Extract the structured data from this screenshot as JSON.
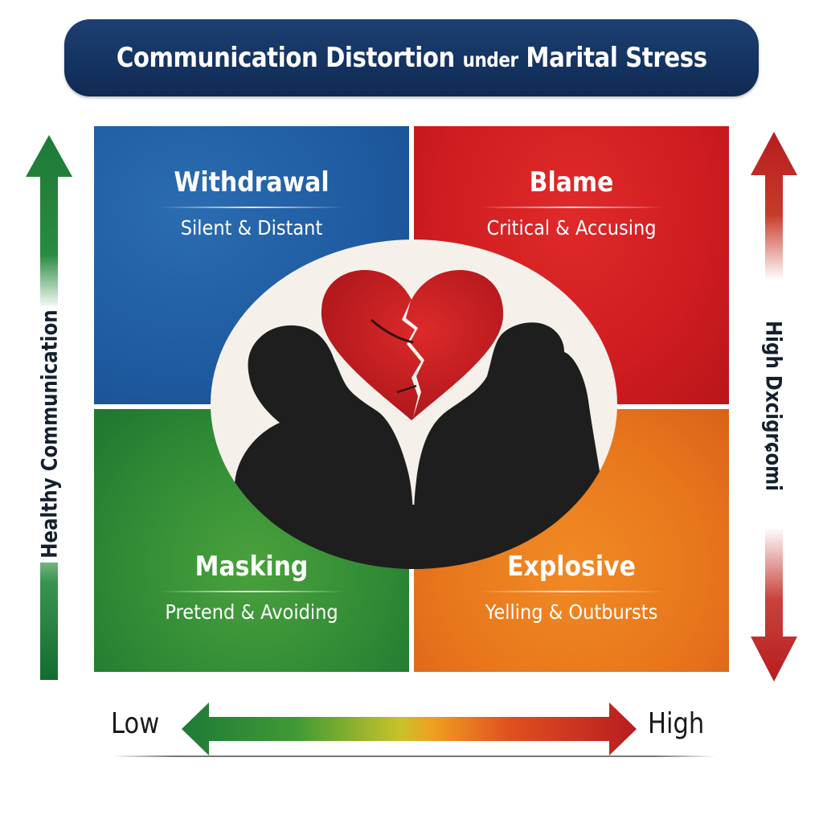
{
  "title": {
    "part1": "Communication Distortion",
    "part2": "under",
    "part3": "Marital Stress"
  },
  "quadrants": [
    {
      "id": "top-left",
      "heading": "Withdrawal",
      "subheading": "Silent & Distant",
      "color": "#1e5aa0"
    },
    {
      "id": "top-right",
      "heading": "Blame",
      "subheading": "Critical & Accusing",
      "color": "#cf1c20"
    },
    {
      "id": "bottom-left",
      "heading": "Masking",
      "subheading": "Pretend & Avoiding",
      "color": "#2f8a35"
    },
    {
      "id": "bottom-right",
      "heading": "Explosive",
      "subheading": "Yelling & Outbursts",
      "color": "#e8761c"
    }
  ],
  "axes": {
    "left": {
      "label": "Healthy Communication",
      "icon": "arrow-up-icon",
      "color": "#1e7a38"
    },
    "right": {
      "label": "High Dxcigrɕomi",
      "icon": "double-arrow-vertical-icon",
      "color": "#c0262a"
    },
    "bottom": {
      "low_label": "Low",
      "high_label": "High",
      "icon": "double-arrow-horizontal-icon",
      "gradient": [
        "#1e7a38",
        "#3f9a34",
        "#c8c22a",
        "#f0a020",
        "#e0501f",
        "#b81c20"
      ]
    }
  },
  "illustration": {
    "icons": [
      "broken-heart-icon",
      "woman-silhouette-icon",
      "man-silhouette-icon"
    ],
    "heart_color": "#c41e23",
    "silhouette_color": "#1e1e1e",
    "background_color": "#f5f1ea"
  }
}
